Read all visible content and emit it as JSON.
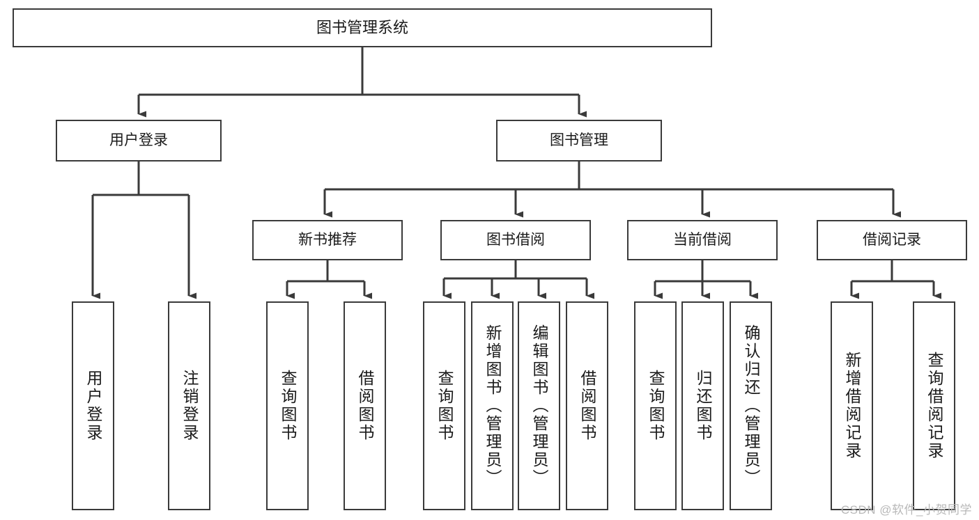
{
  "diagram": {
    "title": "图书管理系统",
    "root": {
      "label": "图书管理系统"
    },
    "level2": [
      {
        "label": "用户登录"
      },
      {
        "label": "图书管理"
      }
    ],
    "level3": [
      {
        "label": "新书推荐"
      },
      {
        "label": "图书借阅"
      },
      {
        "label": "当前借阅"
      },
      {
        "label": "借阅记录"
      }
    ],
    "leaves": {
      "user_login": [
        {
          "label": "用户登录"
        },
        {
          "label": "注销登录"
        }
      ],
      "new_book_recommend": [
        {
          "label": "查询图书"
        },
        {
          "label": "借阅图书"
        }
      ],
      "book_borrow": [
        {
          "label": "查询图书"
        },
        {
          "label": "新增图书（管理员）"
        },
        {
          "label": "编辑图书（管理员）"
        },
        {
          "label": "借阅图书"
        }
      ],
      "current_borrow": [
        {
          "label": "查询图书"
        },
        {
          "label": "归还图书"
        },
        {
          "label": "确认归还（管理员）"
        }
      ],
      "borrow_records": [
        {
          "label": "新增借阅记录"
        },
        {
          "label": "查询借阅记录"
        }
      ]
    }
  },
  "watermark": {
    "text": "CSDN @软件_小贺同学"
  },
  "colors": {
    "stroke": "#3a3a3a",
    "text": "#1a1a1a",
    "background": "#ffffff",
    "watermark": "#b8b8b8"
  }
}
